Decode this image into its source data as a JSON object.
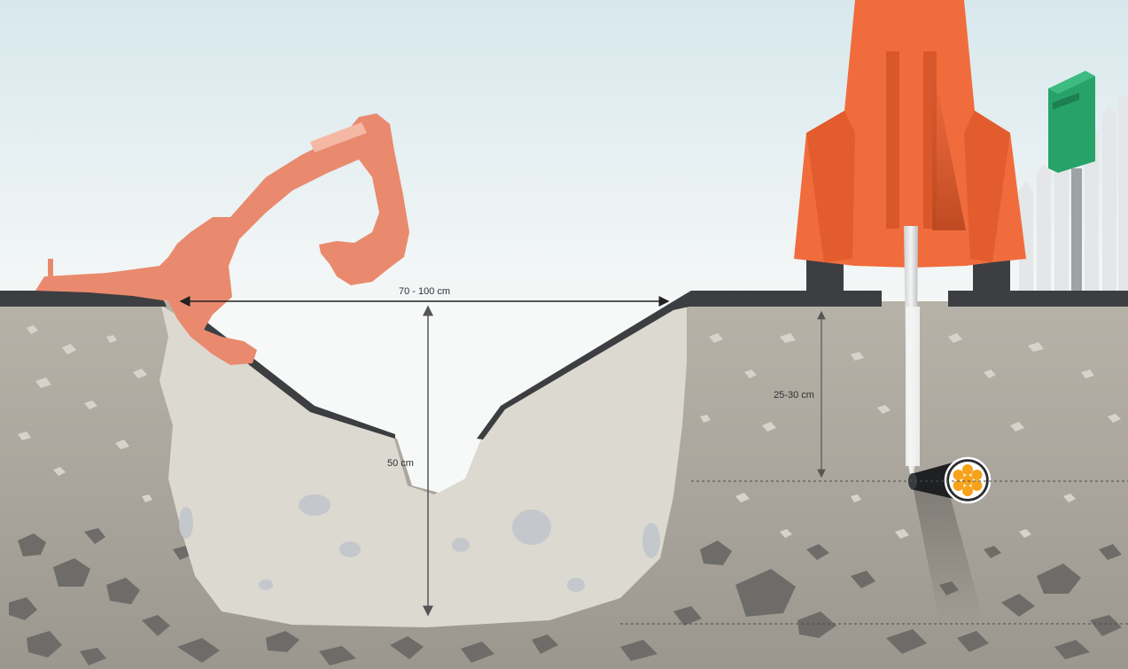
{
  "labels": {
    "trench_width": "70 - 100 cm",
    "trench_depth": "50 cm",
    "cable_depth": "25-30 cm"
  },
  "icons": {
    "excavator": "excavator-icon",
    "drill_rig": "drill-rig-icon",
    "cable": "fiber-cable-icon",
    "street_sign": "street-sign-icon"
  },
  "colors": {
    "sky_top": "#d7e8ec",
    "sky_bottom": "#f3f6f6",
    "soil": "#b3aea4",
    "soil_deep": "#9e9a93",
    "trench_fill": "#dcd9d1",
    "asphalt": "#3d3e41",
    "excavator": "#e98a6f",
    "rig": "#f06c3c",
    "sign": "#27a36a",
    "cable_core": "#f6a21a"
  }
}
